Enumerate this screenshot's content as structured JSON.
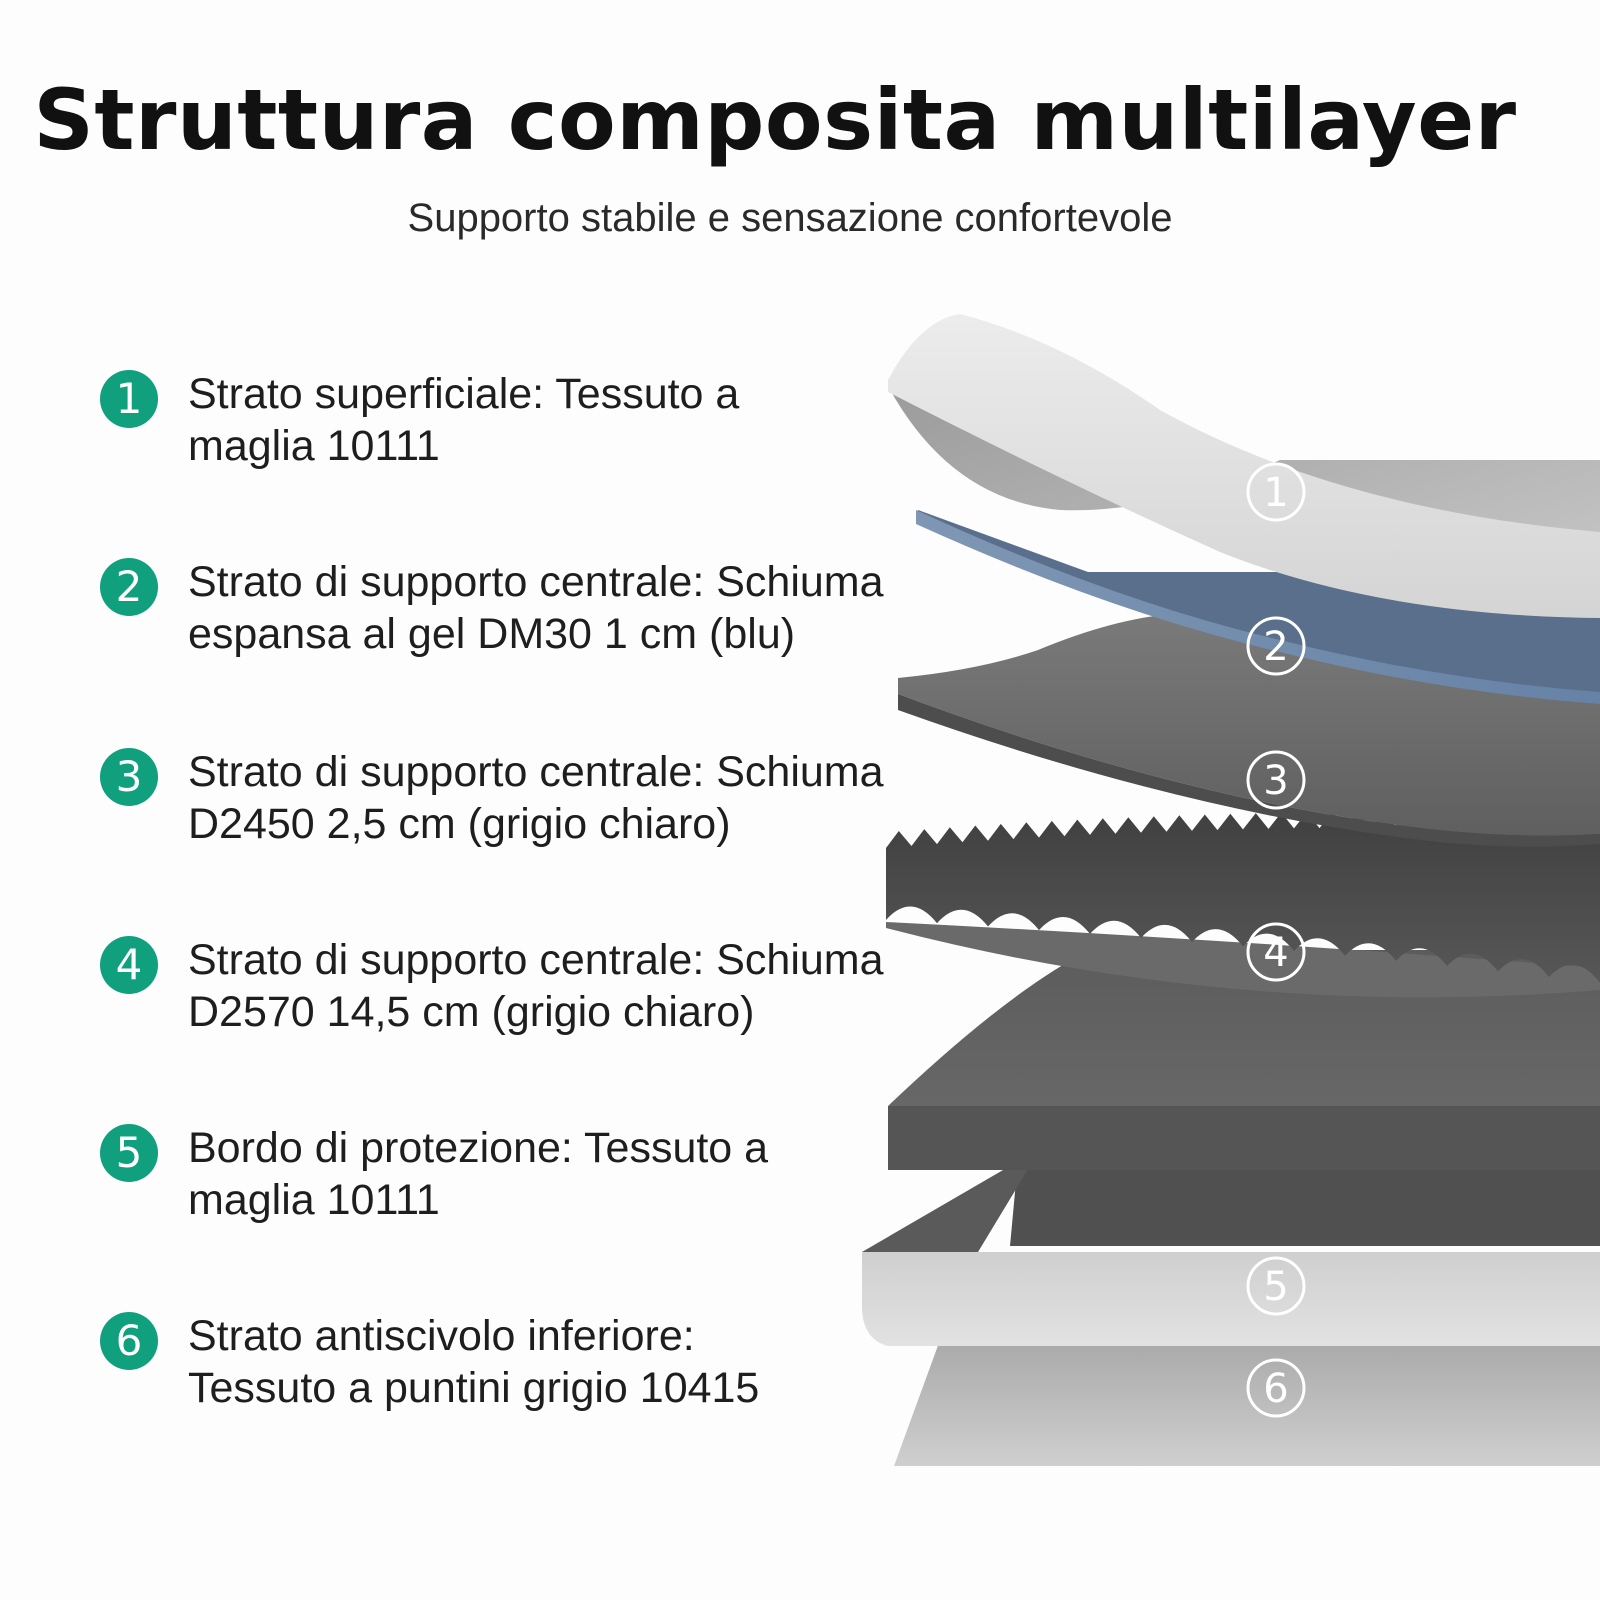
{
  "header": {
    "title": "Struttura composita multilayer",
    "subtitle": "Supporto stabile e sensazione confortevole"
  },
  "colors": {
    "accent": "#10a07e",
    "layer_top_fabric": "#dcdcdc",
    "layer_gel_foam": "#6f87a6",
    "layer_light_foam": "#6b6b6b",
    "layer_egg_foam": "#505050",
    "layer_border": "#d9d9d9",
    "layer_bottom": "#c4c4c4"
  },
  "legend": [
    {
      "number": "1",
      "line1": "Strato superficiale: Tessuto a",
      "line2": "maglia 10111"
    },
    {
      "number": "2",
      "line1": "Strato di supporto centrale: Schiuma",
      "line2": "espansa al gel DM30 1 cm (blu)"
    },
    {
      "number": "3",
      "line1": "Strato di supporto centrale: Schiuma",
      "line2": "D2450 2,5 cm (grigio chiaro)"
    },
    {
      "number": "4",
      "line1": "Strato di supporto centrale: Schiuma",
      "line2": "D2570 14,5 cm (grigio chiaro)"
    },
    {
      "number": "5",
      "line1": "Bordo di protezione: Tessuto a",
      "line2": "maglia 10111"
    },
    {
      "number": "6",
      "line1": "Strato antiscivolo inferiore:",
      "line2": "Tessuto a puntini grigio 10415"
    }
  ],
  "diagram_labels": [
    "1",
    "2",
    "3",
    "4",
    "5",
    "6"
  ]
}
